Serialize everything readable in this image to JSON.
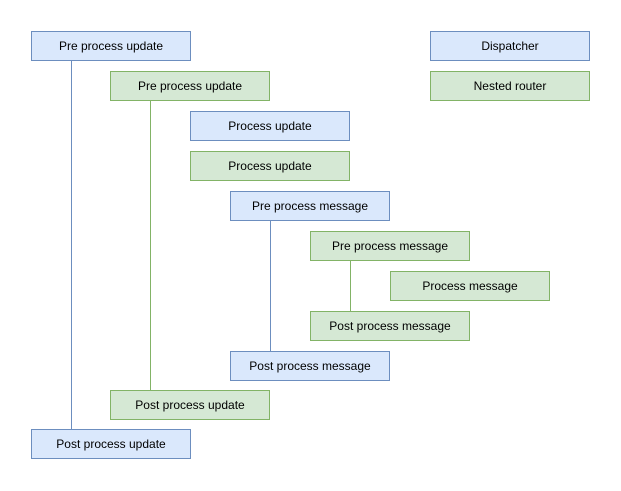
{
  "diagram": {
    "colors": {
      "blue_fill": "#dae8fc",
      "blue_border": "#6c8ebf",
      "green_fill": "#d5e8d4",
      "green_border": "#82b366",
      "text": "#000000",
      "background": "#ffffff"
    },
    "legend": {
      "dispatcher_label": "Dispatcher",
      "nested_router_label": "Nested router"
    },
    "boxes": [
      {
        "label": "Pre process update",
        "variant": "blue"
      },
      {
        "label": "Dispatcher",
        "variant": "blue"
      },
      {
        "label": "Pre process update",
        "variant": "green"
      },
      {
        "label": "Nested router",
        "variant": "green"
      },
      {
        "label": "Process update",
        "variant": "blue"
      },
      {
        "label": "Process update",
        "variant": "green"
      },
      {
        "label": "Pre process message",
        "variant": "blue"
      },
      {
        "label": "Pre process message",
        "variant": "green"
      },
      {
        "label": "Process message",
        "variant": "green"
      },
      {
        "label": "Post process message",
        "variant": "green"
      },
      {
        "label": "Post process message",
        "variant": "blue"
      },
      {
        "label": "Post process update",
        "variant": "green"
      },
      {
        "label": "Post process update",
        "variant": "blue"
      }
    ],
    "connectors": [
      {
        "name": "dispatcher-update-lifeline",
        "variant": "blue"
      },
      {
        "name": "router-update-lifeline",
        "variant": "green"
      },
      {
        "name": "dispatcher-message-lifeline",
        "variant": "blue"
      },
      {
        "name": "router-message-lifeline",
        "variant": "green"
      }
    ]
  }
}
